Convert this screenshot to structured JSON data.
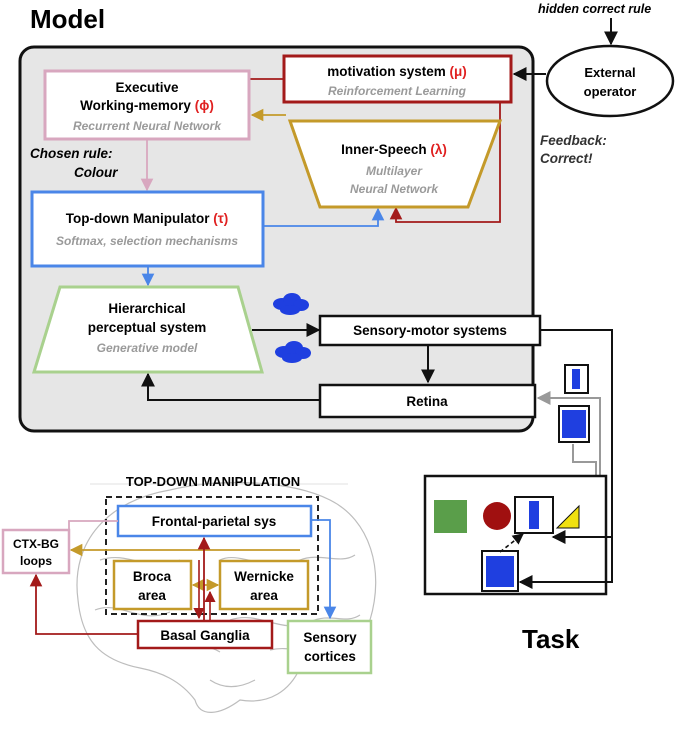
{
  "titles": {
    "model": "Model",
    "task": "Task"
  },
  "hidden_rule": "hidden correct rule",
  "external_operator": [
    "External",
    "operator"
  ],
  "feedback": [
    "Feedback:",
    "Correct!"
  ],
  "chosen_rule": [
    "Chosen rule:",
    "Colour"
  ],
  "executive": {
    "line1": "Executive",
    "line2": "Working-memory",
    "symbol": "(ϕ)",
    "sub": "Recurrent Neural Network"
  },
  "motivation": {
    "label": "motivation system",
    "symbol": "(μ)",
    "sub": "Reinforcement Learning"
  },
  "inner_speech": {
    "label": "Inner-Speech",
    "symbol": "(λ)",
    "sub1": "Multilayer",
    "sub2": "Neural Network"
  },
  "top_down": {
    "label": "Top-down Manipulator",
    "symbol": "(τ)",
    "sub": "Softmax, selection mechanisms"
  },
  "hierarchical": {
    "line1": "Hierarchical",
    "line2": "perceptual system",
    "sub": "Generative model"
  },
  "sensory_motor": "Sensory-motor systems",
  "retina": "Retina",
  "brain": {
    "title": "TOP-DOWN MANIPULATION",
    "frontal": "Frontal-parietal sys",
    "ctx": [
      "CTX-BG",
      "loops"
    ],
    "broca": [
      "Broca",
      "area"
    ],
    "wernicke": [
      "Wernicke",
      "area"
    ],
    "basal": "Basal Ganglia",
    "sensory": [
      "Sensory",
      "cortices"
    ]
  },
  "colors": {
    "motivation": "#a31a1a",
    "executive": "#d8a7bf",
    "inner_speech": "#c49a2a",
    "top_down": "#4a86e8",
    "hierarchical": "#a9d18e",
    "symbol_red": "#e02020",
    "subtitle_gray": "#9a9a9a",
    "model_bg": "#e6e6e6",
    "cloud": "#1f3fe0",
    "task_green": "#5a9e4a",
    "task_red": "#a01010",
    "task_blue": "#1f3fe0",
    "task_yellow": "#f0e010"
  }
}
